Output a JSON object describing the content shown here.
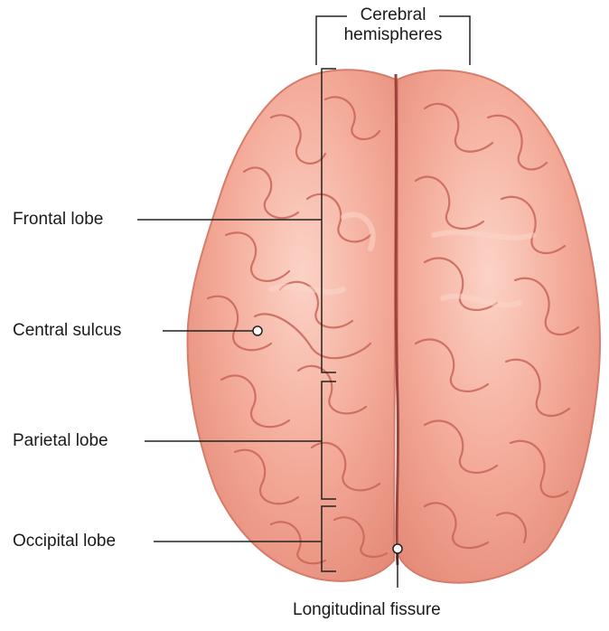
{
  "labels": {
    "cerebral_hemispheres_line1": "Cerebral",
    "cerebral_hemispheres_line2": "hemispheres",
    "frontal_lobe": "Frontal lobe",
    "central_sulcus": "Central sulcus",
    "parietal_lobe": "Parietal lobe",
    "occipital_lobe": "Occipital lobe",
    "longitudinal_fissure": "Longitudinal fissure"
  },
  "colors": {
    "brain_base": "#f2a08e",
    "brain_light": "#f7c1b3",
    "brain_sulcus": "#c55f57",
    "fissure": "#a84a45",
    "leader_line": "#222222"
  }
}
